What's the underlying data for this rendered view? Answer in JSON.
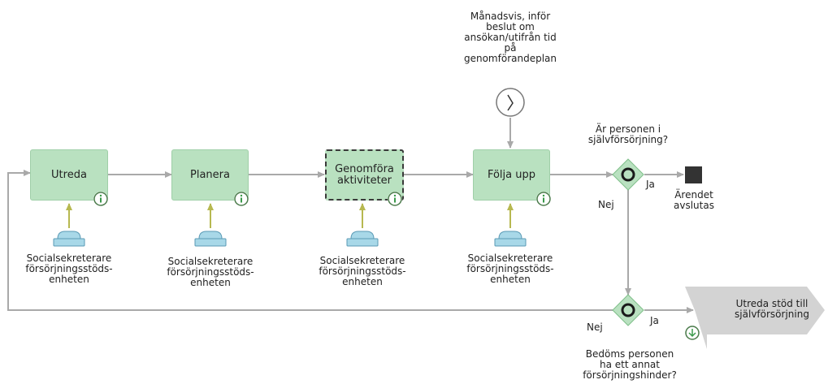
{
  "process_steps": [
    {
      "label": "Utreda"
    },
    {
      "label": "Planera"
    },
    {
      "label": "Genomföra aktiviteter"
    },
    {
      "label": "Följa upp"
    }
  ],
  "role_label": "Socialsekreterare\nförsörjningsstöds-\nenheten",
  "timer_label": "Månadsvis, inför\nbeslut om\nansökan/utifrån tid\npå\ngenomförandeplan",
  "gateway_1": {
    "question": "Är personen i\nsjälvförsörjning?",
    "yes": "Ja",
    "no": "Nej"
  },
  "gateway_2": {
    "question": "Bedöms personen\nha ett annat\nförsörjningshinder?",
    "yes": "Ja",
    "no": "Nej"
  },
  "end_event_label": "Ärendet\navslutas",
  "next_process_label": "Utreda stöd till\nsjälvförsörjning",
  "colors": {
    "activity_fill": "#b9e1c0",
    "role_fill": "#a8d8e8",
    "arrow": "#a9a9a9",
    "gateway_fill": "#b9e1c0",
    "end_fill": "#333333",
    "next_fill": "#d3d3d3"
  }
}
